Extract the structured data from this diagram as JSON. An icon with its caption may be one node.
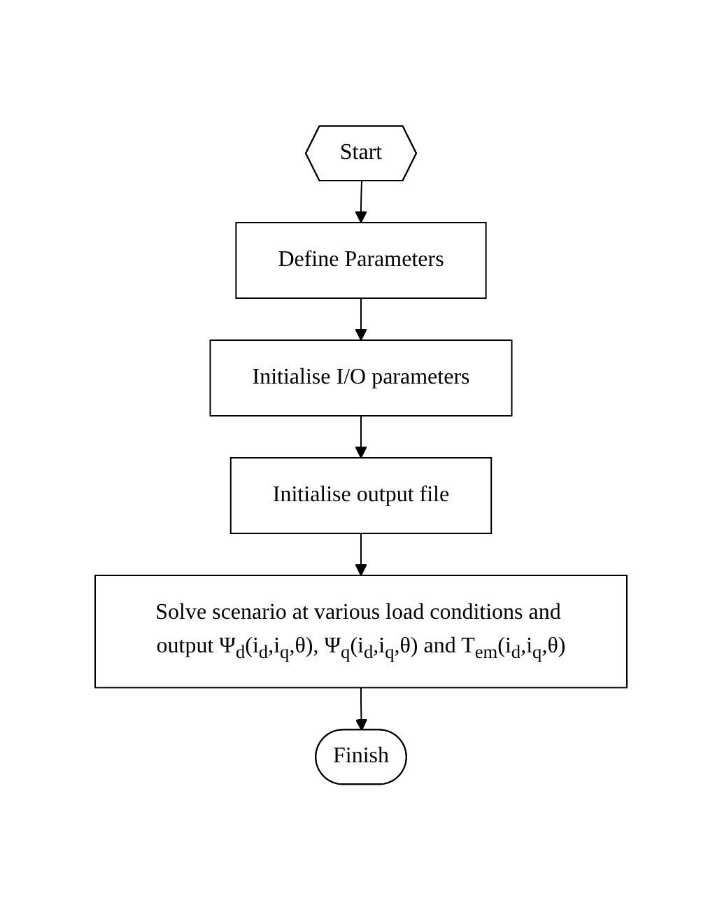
{
  "diagram": {
    "nodes": [
      {
        "text": [
          "Start"
        ]
      },
      {
        "text": [
          "Define Parameters"
        ]
      },
      {
        "text": [
          "Initialise I/O parameters"
        ]
      },
      {
        "text": [
          "Initialise output file"
        ]
      },
      {
        "text": [
          "Solve scenario at various load conditions and output Ψ$_{d}$(i$_{d}$,i$_{q}$,θ), Ψ$_{q}$(i$_{d}$,i$_{q}$,θ) and T$_{em}$(i$_{d}$,i$_{q}$,θ)"
        ]
      },
      {
        "text": [
          "Finish"
        ]
      }
    ],
    "edges": [
      {
        "from": 0,
        "to": 1,
        "arrow": "to"
      },
      {
        "from": 1,
        "to": 2,
        "arrow": "to"
      },
      {
        "from": 2,
        "to": 3,
        "arrow": "to"
      },
      {
        "from": 3,
        "to": 4,
        "arrow": "to"
      },
      {
        "from": 4,
        "to": 5,
        "arrow": "to"
      }
    ]
  }
}
